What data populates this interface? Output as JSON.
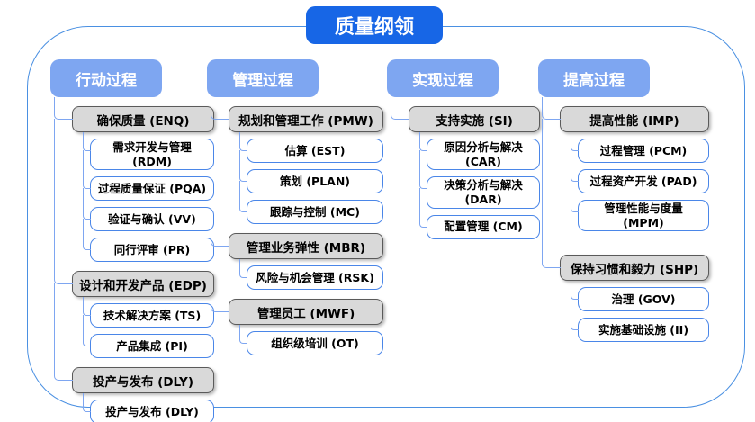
{
  "title": "质量纲领",
  "colors": {
    "title_bg": "#1766e6",
    "column_header_bg": "#7ea6f1",
    "group_fill": "#d9d9d9",
    "group_border": "#5a5a5a",
    "child_border": "#4a86e8",
    "connector": "#7ea6f1",
    "frame_border": "#4a90e2"
  },
  "columns": [
    {
      "label": "行动过程",
      "groups": [
        {
          "label": "确保质量 (ENQ)",
          "children": [
            "需求开发与管理 (RDM)",
            "过程质量保证 (PQA)",
            "验证与确认 (VV)",
            "同行评审 (PR)"
          ]
        },
        {
          "label": "设计和开发产品 (EDP)",
          "children": [
            "技术解决方案 (TS)",
            "产品集成 (PI)"
          ]
        },
        {
          "label": "投产与发布 (DLY)",
          "children": [
            "投产与发布 (DLY)"
          ]
        }
      ]
    },
    {
      "label": "管理过程",
      "groups": [
        {
          "label": "规划和管理工作 (PMW)",
          "children": [
            "估算 (EST)",
            "策划 (PLAN)",
            "跟踪与控制 (MC)"
          ]
        },
        {
          "label": "管理业务弹性 (MBR)",
          "children": [
            "风险与机会管理 (RSK)"
          ]
        },
        {
          "label": "管理员工 (MWF)",
          "children": [
            "组织级培训 (OT)"
          ]
        }
      ]
    },
    {
      "label": "实现过程",
      "groups": [
        {
          "label": "支持实施 (SI)",
          "children": [
            "原因分析与解决 (CAR)",
            "决策分析与解决 (DAR)",
            "配置管理 (CM)"
          ]
        }
      ]
    },
    {
      "label": "提高过程",
      "groups": [
        {
          "label": "提高性能 (IMP)",
          "children": [
            "过程管理 (PCM)",
            "过程资产开发 (PAD)",
            "管理性能与度量\n(MPM)"
          ]
        },
        {
          "label": "保持习惯和毅力 (SHP)",
          "children": [
            "治理 (GOV)",
            "实施基础设施 (II)"
          ]
        }
      ]
    }
  ]
}
